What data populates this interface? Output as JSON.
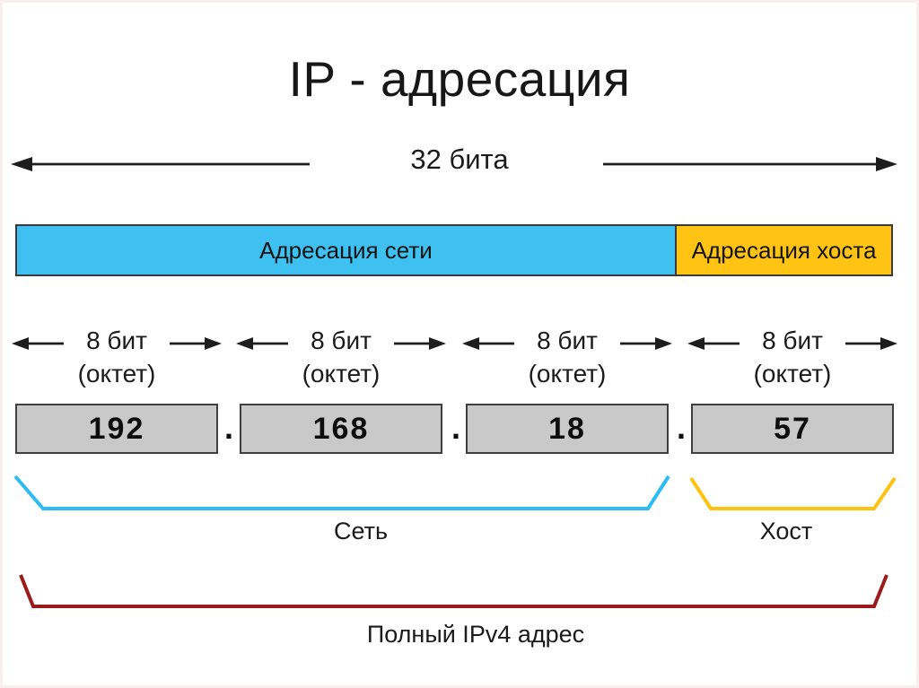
{
  "title": "IP - адресация",
  "top_arrow": {
    "label": "32 бита"
  },
  "address_bar": {
    "network_label": "Адресация сети",
    "host_label": "Адресация хоста",
    "network_color": "#3EC1F0",
    "host_color": "#FFC413"
  },
  "octet_groups": {
    "bit_label": "8 бит",
    "octet_label": "(октет)"
  },
  "octet_values": [
    "192",
    "168",
    "18",
    "57"
  ],
  "separator": ".",
  "brackets": {
    "network": {
      "label": "Сеть",
      "color": "#2CBCF5"
    },
    "host": {
      "label": "Хост",
      "color": "#FFC30F"
    },
    "full_address": {
      "label": "Полный IPv4 адрес",
      "color": "#9B1B1B"
    }
  }
}
